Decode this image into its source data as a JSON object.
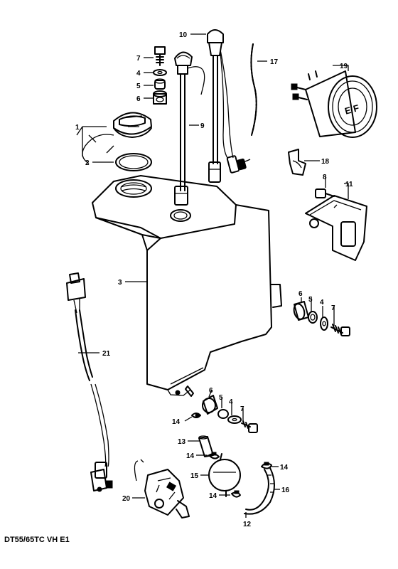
{
  "footer_code": "DT55/65TC VH E1",
  "callouts": {
    "c1": "1",
    "c2": "2",
    "c3": "3",
    "c4a": "4",
    "c4b": "4",
    "c4c": "4",
    "c5a": "5",
    "c5b": "5",
    "c5c": "5",
    "c6a": "6",
    "c6b": "6",
    "c6c": "6",
    "c7a": "7",
    "c7b": "7",
    "c7c": "7",
    "c8": "8",
    "c9": "9",
    "c10": "10",
    "c11": "11",
    "c12": "12",
    "c13": "13",
    "c14a": "14",
    "c14b": "14",
    "c14c": "14",
    "c14d": "14",
    "c15": "15",
    "c16": "16",
    "c17": "17",
    "c18": "18",
    "c19": "19",
    "c20": "20",
    "c21": "21"
  },
  "gauge_face_text": "E  F",
  "icons": [
    "fuel-tank-icon",
    "fuel-cap-icon",
    "fuel-gauge-icon",
    "fuel-pump-icon",
    "bolt-icon",
    "washer-icon",
    "connector-icon"
  ]
}
